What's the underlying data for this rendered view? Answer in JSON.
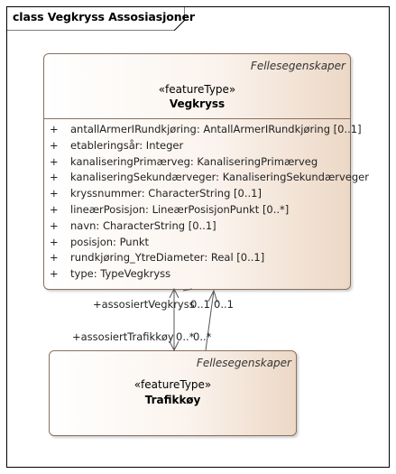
{
  "diagram": {
    "frame_label": "class Vegkryss Assosiasjoner"
  },
  "classes": {
    "vegkryss": {
      "package": "Fellesegenskaper",
      "stereotype": "«featureType»",
      "name": "Vegkryss",
      "attributes": [
        {
          "vis": "+",
          "text": "antallArmerIRundkjøring: AntallArmerIRundkjøring [0..1]"
        },
        {
          "vis": "+",
          "text": "etableringsår: Integer"
        },
        {
          "vis": "+",
          "text": "kanaliseringPrimærveg: KanaliseringPrimærveg"
        },
        {
          "vis": "+",
          "text": "kanaliseringSekundærveger: KanaliseringSekundærveger"
        },
        {
          "vis": "+",
          "text": "kryssnummer: CharacterString [0..1]"
        },
        {
          "vis": "+",
          "text": "lineærPosisjon: LineærPosisjonPunkt [0..*]"
        },
        {
          "vis": "+",
          "text": "navn: CharacterString [0..1]"
        },
        {
          "vis": "+",
          "text": "posisjon: Punkt"
        },
        {
          "vis": "+",
          "text": "rundkjøring_YtreDiameter: Real [0..1]"
        },
        {
          "vis": "+",
          "text": "type: TypeVegkryss"
        }
      ]
    },
    "trafikkoy": {
      "package": "Fellesegenskaper",
      "stereotype": "«featureType»",
      "name": "Trafikkøy"
    }
  },
  "associations": {
    "role_vegkryss": "+assosiertVegkryss",
    "mult_vegkryss_a": "0..1",
    "mult_vegkryss_b": "0..1",
    "role_trafikkoy": "+assosiertTrafikkøy",
    "mult_trafikkoy_a": "0..*",
    "mult_trafikkoy_b": "0..*"
  }
}
